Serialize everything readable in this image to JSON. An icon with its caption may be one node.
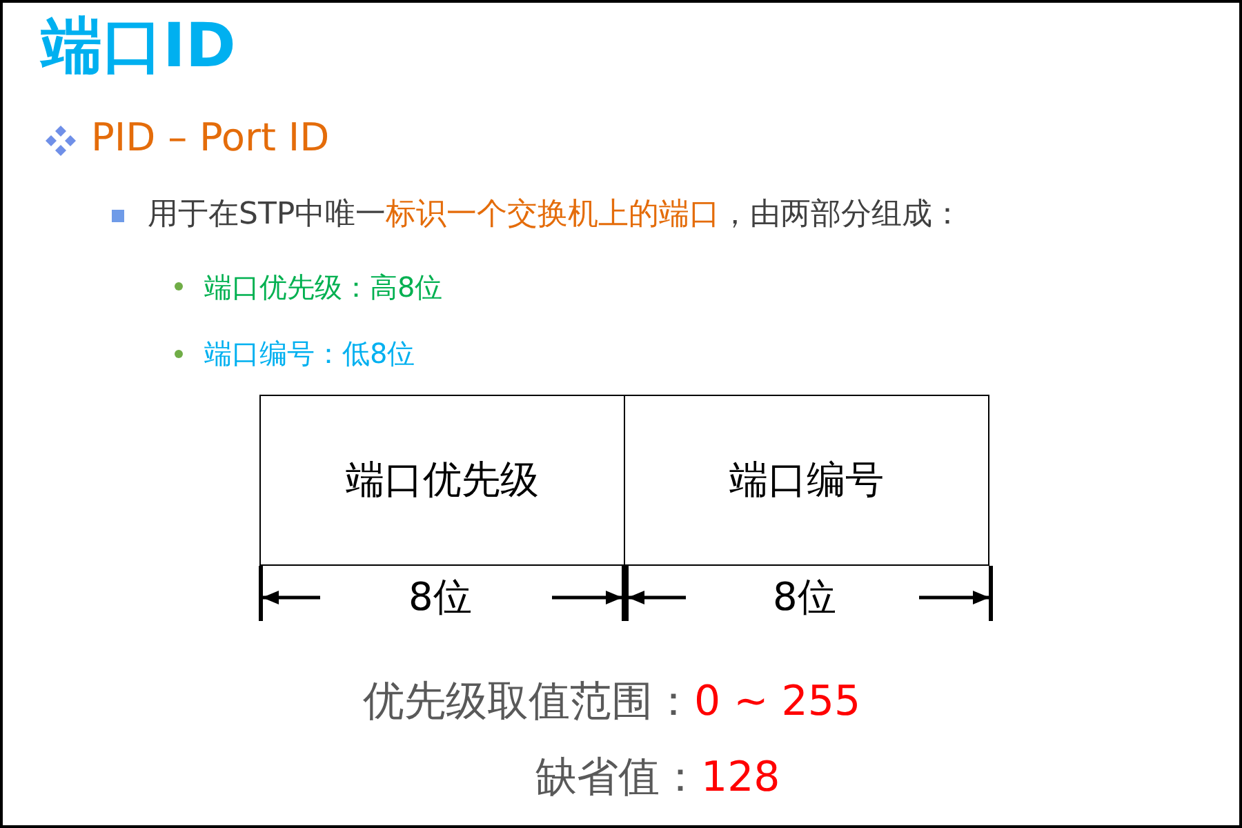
{
  "diagram": {
    "title": "端口ID",
    "nodes": [
      {
        "text": [
          "端口优先级"
        ]
      },
      {
        "text": [
          "端口编号"
        ]
      }
    ],
    "edges": [],
    "labels": [
      "PID – Port ID",
      "用于在STP中唯一",
      "标识一个交换机上的端口",
      "，由两部分组成：",
      "端口优先级：高8位",
      "端口编号：低8位",
      "8位",
      "8位",
      "优先级取值范围：",
      "0 ~ 255",
      "缺省值：",
      "128"
    ]
  }
}
